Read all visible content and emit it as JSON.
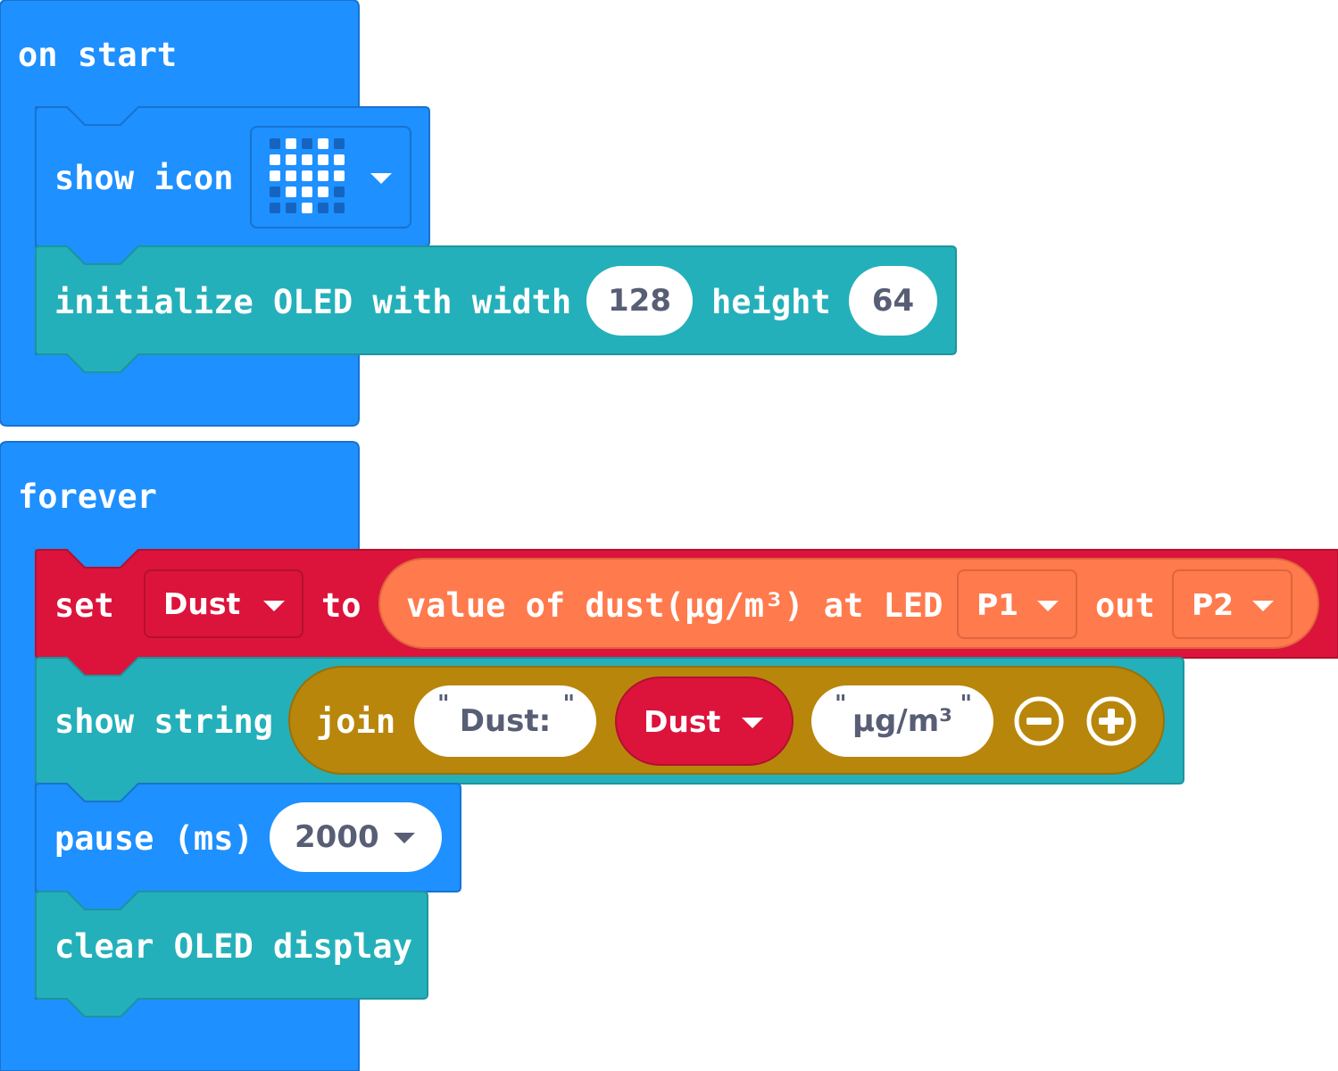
{
  "colors": {
    "basic": "#1e90ff",
    "oled": "#24b0ba",
    "variables": "#dc143c",
    "dust": "#ff7a4d",
    "text": "#b8860b",
    "field_text": "#575e75"
  },
  "on_start": {
    "hat_label": "on start",
    "show_icon": {
      "label": "show icon",
      "icon_name": "heart-icon",
      "heart_grid": [
        [
          0,
          1,
          0,
          1,
          0
        ],
        [
          1,
          1,
          1,
          1,
          1
        ],
        [
          1,
          1,
          1,
          1,
          1
        ],
        [
          0,
          1,
          1,
          1,
          0
        ],
        [
          0,
          0,
          1,
          0,
          0
        ]
      ]
    },
    "init_oled": {
      "label_1": "initialize OLED with width",
      "width_value": "128",
      "label_2": "height",
      "height_value": "64"
    }
  },
  "forever": {
    "hat_label": "forever",
    "set_block": {
      "set_label": "set",
      "variable": "Dust",
      "to_label": "to",
      "dust_block": {
        "label": "value of dust(μg/m³) at LED",
        "led_pin": "P1",
        "out_label": "out",
        "out_pin": "P2"
      }
    },
    "show_string": {
      "label": "show string",
      "join": {
        "label": "join",
        "item_1": "Dust:",
        "item_2_variable": "Dust",
        "item_3": "μg/m³"
      }
    },
    "pause": {
      "label": "pause (ms)",
      "value": "2000"
    },
    "clear_oled": {
      "label": "clear OLED display"
    }
  }
}
